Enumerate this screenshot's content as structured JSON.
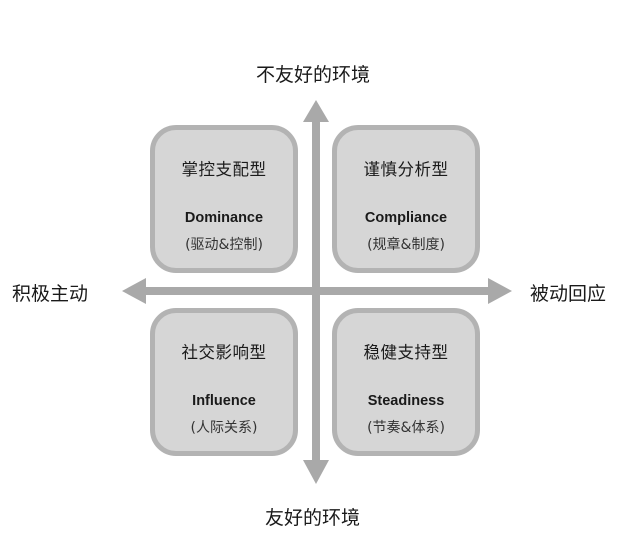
{
  "axes": {
    "top": "不友好的环境",
    "bottom": "友好的环境",
    "left": "积极主动",
    "right": "被动回应"
  },
  "quadrants": [
    {
      "cn": "掌控支配型",
      "en": "Dominance",
      "sub": "(驱动&控制)"
    },
    {
      "cn": "谨慎分析型",
      "en": "Compliance",
      "sub": "(规章&制度)"
    },
    {
      "cn": "社交影响型",
      "en": "Influence",
      "sub": "(人际关系)"
    },
    {
      "cn": "稳健支持型",
      "en": "Steadiness",
      "sub": "(节奏&体系)"
    }
  ],
  "colors": {
    "axis": "#a9a9a9",
    "quad_fill": "#d6d6d6",
    "quad_border": "#b3b3b3"
  }
}
